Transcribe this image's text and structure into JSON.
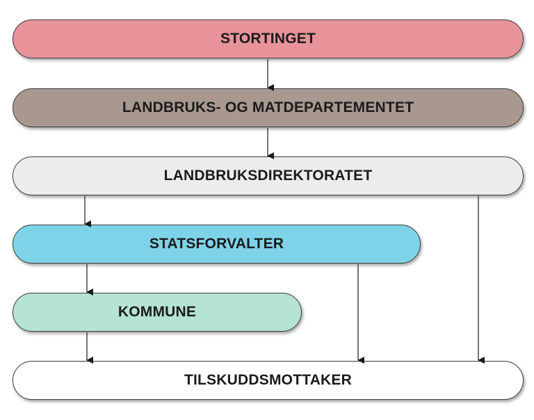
{
  "boxes": {
    "stortinget": {
      "label": "STORTINGET",
      "color": "#e8929a"
    },
    "landbruksdepartementet": {
      "label": "LANDBRUKS- OG MATDEPARTEMENTET",
      "color": "#a89890"
    },
    "landbruksdirektoratet": {
      "label": "LANDBRUKSDIREKTORATET",
      "color": "#ececec"
    },
    "statsforvalter": {
      "label": "STATSFORVALTER",
      "color": "#7fd3e8"
    },
    "kommune": {
      "label": "KOMMUNE",
      "color": "#b5e3d4"
    },
    "tilskuddsmottaker": {
      "label": "TILSKUDDSMOTTAKER",
      "color": "#ffffff"
    }
  }
}
